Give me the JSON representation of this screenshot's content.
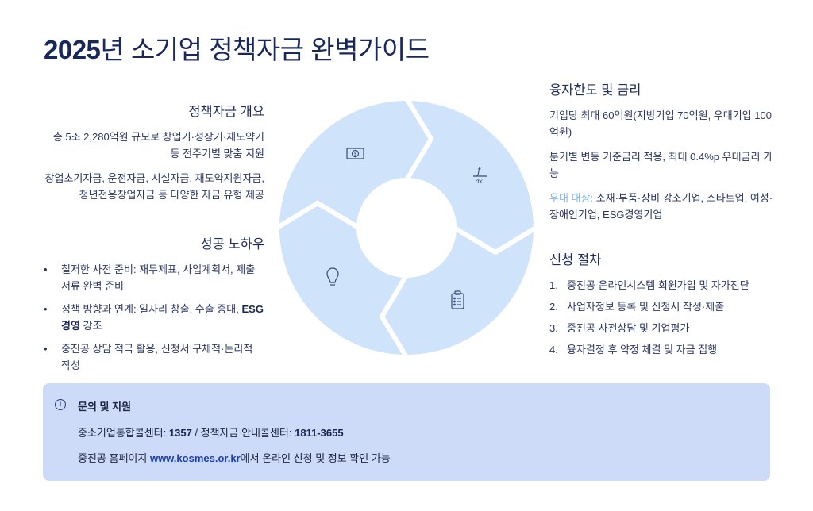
{
  "title": {
    "bold": "2025",
    "rest": "년 소기업 정책자금 완벽가이드"
  },
  "overview": {
    "heading": "정책자금 개요",
    "p1": "총 5조 2,280억원 규모로 창업기·성장기·재도약기 등 전주기별 맞춤 지원",
    "p2": "창업초기자금, 운전자금, 시설자금, 재도약지원자금, 청년전용창업자금 등 다양한 자금 유형 제공"
  },
  "knowhow": {
    "heading": "성공 노하우",
    "items": [
      {
        "text": "철저한 사전 준비: 재무제표, 사업계획서, 제출 서류 완벽 준비"
      },
      {
        "text": "정책 방향과 연계: 일자리 창출, 수출 증대, ",
        "bold": "ESG 경영",
        "after": " 강조"
      },
      {
        "text": "중진공 상담 적극 활용, 신청서 구체적·논리적 작성"
      }
    ]
  },
  "limits": {
    "heading": "융자한도 및 금리",
    "p1": "기업당 최대 60억원(지방기업 70억원, 우대기업 100억원)",
    "p2": "분기별 변동 기준금리 적용, 최대 0.4%p 우대금리 가능",
    "p3_label": "우대 대상:",
    "p3": " 소재·부품·장비 강소기업, 스타트업, 여성·장애인기업, ESG경영기업"
  },
  "procedure": {
    "heading": "신청 절차",
    "items": [
      {
        "n": "1.",
        "text": "중진공 온라인시스템 회원가입 및 자가진단"
      },
      {
        "n": "2.",
        "text": "사업자정보 등록 및 신청서 작성·제출"
      },
      {
        "n": "3.",
        "text": "중진공 사전상담 및 기업평가"
      },
      {
        "n": "4.",
        "text": "융자결정 후 약정 체결 및 자금 집행"
      }
    ]
  },
  "info": {
    "heading": "문의 및 지원",
    "l1a": "중소기업통합콜센터: ",
    "l1b": "1357",
    "l1c": " / 정책자금 안내콜센터: ",
    "l1d": "1811-3655",
    "l2a": "중진공 홈페이지 ",
    "link": "www.kosmes.or.kr",
    "l2b": "에서 온라인 신청 및 정보 확인 가능"
  },
  "diagram": {
    "icons": [
      "money-icon",
      "function-icon",
      "clipboard-icon",
      "lightbulb-icon"
    ],
    "fill": "#cfe3fb"
  }
}
